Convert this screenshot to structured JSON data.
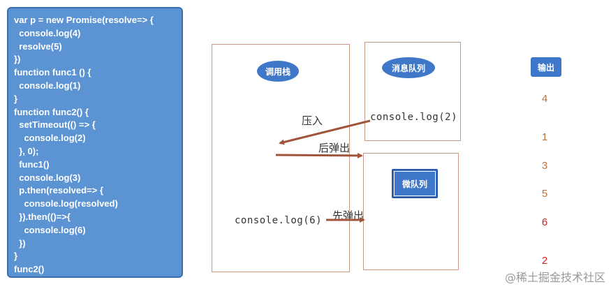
{
  "code_lines": [
    "var p = new Promise(resolve=> {",
    "  console.log(4)",
    "  resolve(5)",
    "})",
    "function func1 () {",
    "  console.log(1)",
    "}",
    "function func2() {",
    "  setTimeout(() => {",
    "    console.log(2)",
    "  }, 0);",
    "  func1()",
    "  console.log(3)",
    "  p.then(resolved=> {",
    "    console.log(resolved)",
    "  }).then(()=>{",
    "    console.log(6)",
    "  })",
    "}",
    "func2()"
  ],
  "call_stack": {
    "label": "调用栈",
    "item": "console.log(6)"
  },
  "message_queue": {
    "label": "消息队列",
    "item": "console.log(2)"
  },
  "micro_queue": {
    "label": "微队列"
  },
  "arrows": {
    "push": "压入",
    "pop_later": "后弹出",
    "pop_first": "先弹出"
  },
  "output": {
    "label": "输出",
    "values": [
      {
        "text": "4",
        "color": "#c0703a"
      },
      {
        "text": "1",
        "color": "#c0703a"
      },
      {
        "text": "3",
        "color": "#c0703a"
      },
      {
        "text": "5",
        "color": "#c0703a"
      },
      {
        "text": "6",
        "color": "#cc1f1f"
      },
      {
        "text": "2",
        "color": "#cc1f1f"
      }
    ]
  },
  "watermark": "@稀土掘金技术社区",
  "colors": {
    "arrow": "#a0553a",
    "box_border": "#c89a86",
    "pill": "#3f78c8",
    "code_bg": "#5b93d3"
  }
}
